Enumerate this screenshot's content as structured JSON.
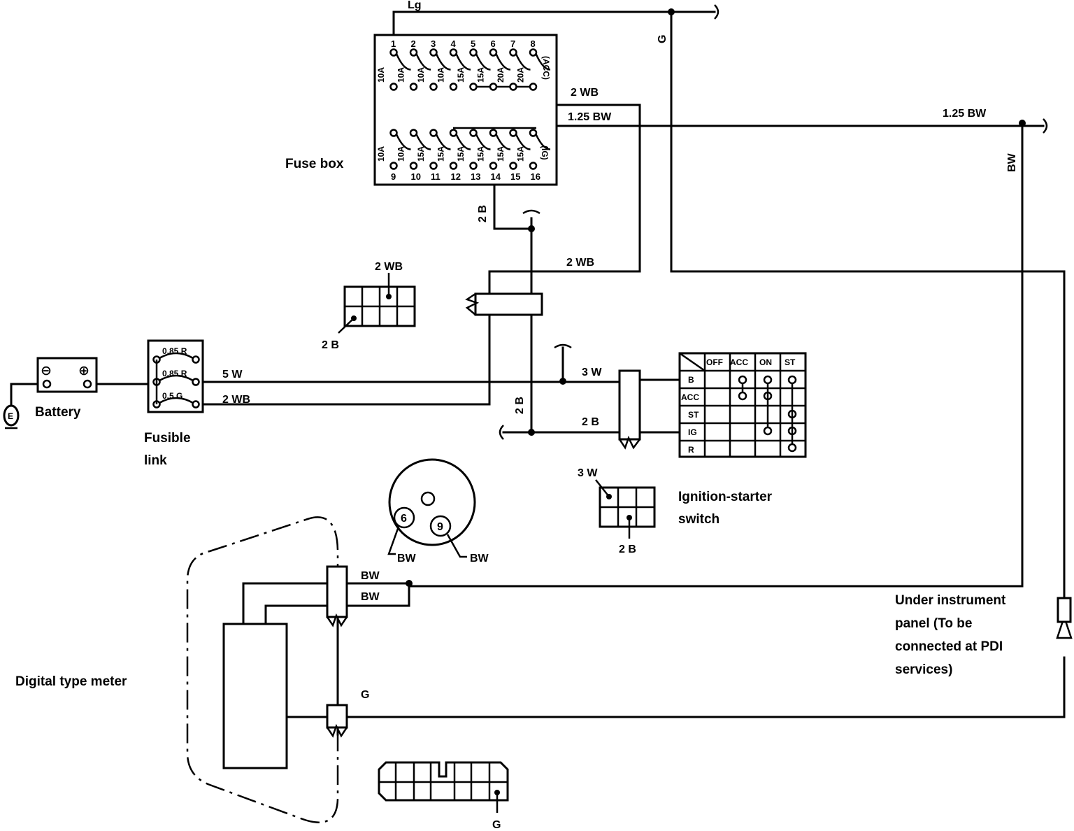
{
  "labels": {
    "fuse_box": "Fuse box",
    "battery": "Battery",
    "fusible_link_line1": "Fusible",
    "fusible_link_line2": "link",
    "ignition_line1": "Ignition-starter",
    "ignition_line2": "switch",
    "digital_meter": "Digital type meter",
    "under_panel_lines": [
      "Under instrument",
      "panel (To be",
      "connected at PDI",
      "services)"
    ]
  },
  "battery": {
    "minus": "⊖",
    "plus": "⊕",
    "ground": "E"
  },
  "fuse_box": {
    "top_numbers": [
      "1",
      "2",
      "3",
      "4",
      "5",
      "6",
      "7",
      "8"
    ],
    "top_ratings": [
      "10A",
      "10A",
      "10A",
      "10A",
      "15A",
      "15A",
      "20A",
      "20A"
    ],
    "top_group": "(ACC)",
    "bottom_numbers": [
      "9",
      "10",
      "11",
      "12",
      "13",
      "14",
      "15",
      "16"
    ],
    "bottom_ratings": [
      "10A",
      "10A",
      "15A",
      "15A",
      "15A",
      "15A",
      "15A",
      "15A"
    ],
    "bottom_group": "(IG)"
  },
  "fusible_link": [
    "0.85 R",
    "0.85 R",
    "0.5 G"
  ],
  "wires": {
    "lg": "Lg",
    "g_vertical": "G",
    "wb_top": "2 WB",
    "bw_1_25_left": "1.25 BW",
    "bw_1_25_right": "1.25 BW",
    "bw_vertical": "BW",
    "b_fuse": "2 B",
    "wb_mid": "2 WB",
    "w5": "5 W",
    "wb_link": "2 WB",
    "w3": "3 W",
    "b_mid": "2 B",
    "b_vertical": "2 B",
    "bw_meter_1": "BW",
    "bw_meter_2": "BW",
    "g_meter": "G"
  },
  "connector_2wb": {
    "top": "2 WB",
    "bottom": "2 B"
  },
  "connector_3w": {
    "top": "3 W",
    "bottom": "2 B"
  },
  "round_connector": {
    "pin_a": "6",
    "pin_b": "9",
    "wire_a": "BW",
    "wire_b": "BW"
  },
  "bottom_connector": {
    "wire": "G"
  },
  "switch_table": {
    "columns": [
      "OFF",
      "ACC",
      "ON",
      "ST"
    ],
    "rows": [
      "B",
      "ACC",
      "ST",
      "IG",
      "R"
    ]
  }
}
